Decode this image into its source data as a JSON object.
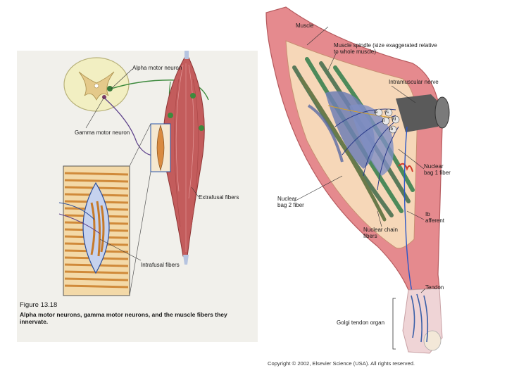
{
  "left_figure": {
    "labels": {
      "alpha_motor_neuron": "Alpha motor neuron",
      "gamma_motor_neuron": "Gamma motor neuron",
      "extrafusal_fibers": "Extrafusal fibers",
      "intrafusal_fibers": "Intrafusal fibers"
    },
    "caption_number": "Figure 13.18",
    "caption_text": "Alpha motor neurons, gamma motor neurons, and the muscle fibers they innervate."
  },
  "right_figure": {
    "labels": {
      "muscle": "Muscle",
      "muscle_spindle": "Muscle spindle (size exaggerated relative to whole muscle)",
      "intramuscular_nerve": "Intramuscular nerve",
      "nuclear_bag1": "Nuclear bag 1 fiber",
      "nuclear_bag2": "Nuclear bag 2 fiber",
      "ib_afferent": "Ib afferent",
      "nuclear_chain": "Nuclear chain fibers",
      "tendon": "Tendon",
      "golgi_tendon": "Golgi tendon organ"
    },
    "nerve_fiber_labels": [
      "Ia",
      "γs",
      "II",
      "γd",
      "Ib"
    ],
    "copyright": "Copyright © 2002, Elsevier Science (USA). All rights reserved."
  },
  "colors": {
    "muscle_red": "#e58a8e",
    "spindle_fill": "#f6d7b8",
    "spinal_cord": "#f2efc2",
    "intrafusal_blue": "#6e7fb4",
    "nerve_fiber_green": "#3f8a55",
    "tendon_fill": "#efd4d6",
    "golgi_blue": "#3a5fa8"
  }
}
